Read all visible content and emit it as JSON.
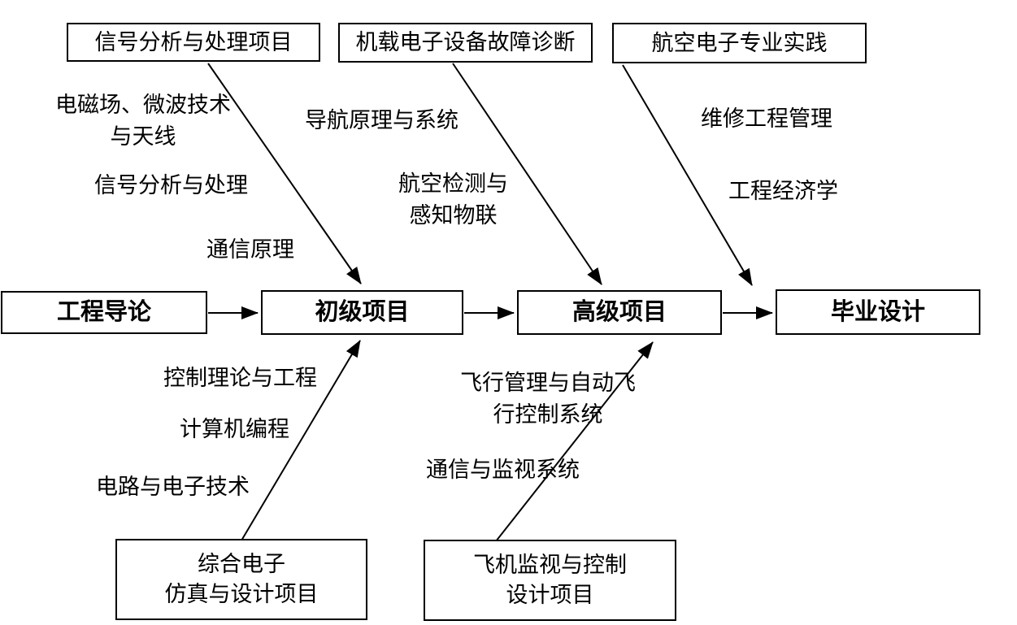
{
  "diagram": {
    "flow_boxes": {
      "intro": "工程导论",
      "junior": "初级项目",
      "senior": "高级项目",
      "graduation": "毕业设计"
    },
    "top_project_boxes": {
      "signal_project": "信号分析与处理项目",
      "fault_diagnosis_project": "机载电子设备故障诊断",
      "avionics_practice": "航空电子专业实践"
    },
    "bottom_project_boxes": {
      "sim_design_line1": "综合电子",
      "sim_design_line2": "仿真与设计项目",
      "surveillance_design_line1": "飞机监视与控制",
      "surveillance_design_line2": "设计项目"
    },
    "courses": {
      "em_microwave_line1": "电磁场、微波技术",
      "em_microwave_line2": "与天线",
      "signal_processing": "信号分析与处理",
      "comm_principles": "通信原理",
      "navigation_systems": "导航原理与系统",
      "aero_detection_line1": "航空检测与",
      "aero_detection_line2": "感知物联",
      "maintenance_mgmt": "维修工程管理",
      "engineering_economics": "工程经济学",
      "control_theory": "控制理论与工程",
      "computer_programming": "计算机编程",
      "circuits_electronics": "电路与电子技术",
      "flight_mgmt_line1": "飞行管理与自动飞",
      "flight_mgmt_line2": "行控制系统",
      "comm_surveillance": "通信与监视系统"
    },
    "colors": {
      "line": "#000000",
      "background": "#ffffff",
      "text": "#000000"
    }
  }
}
